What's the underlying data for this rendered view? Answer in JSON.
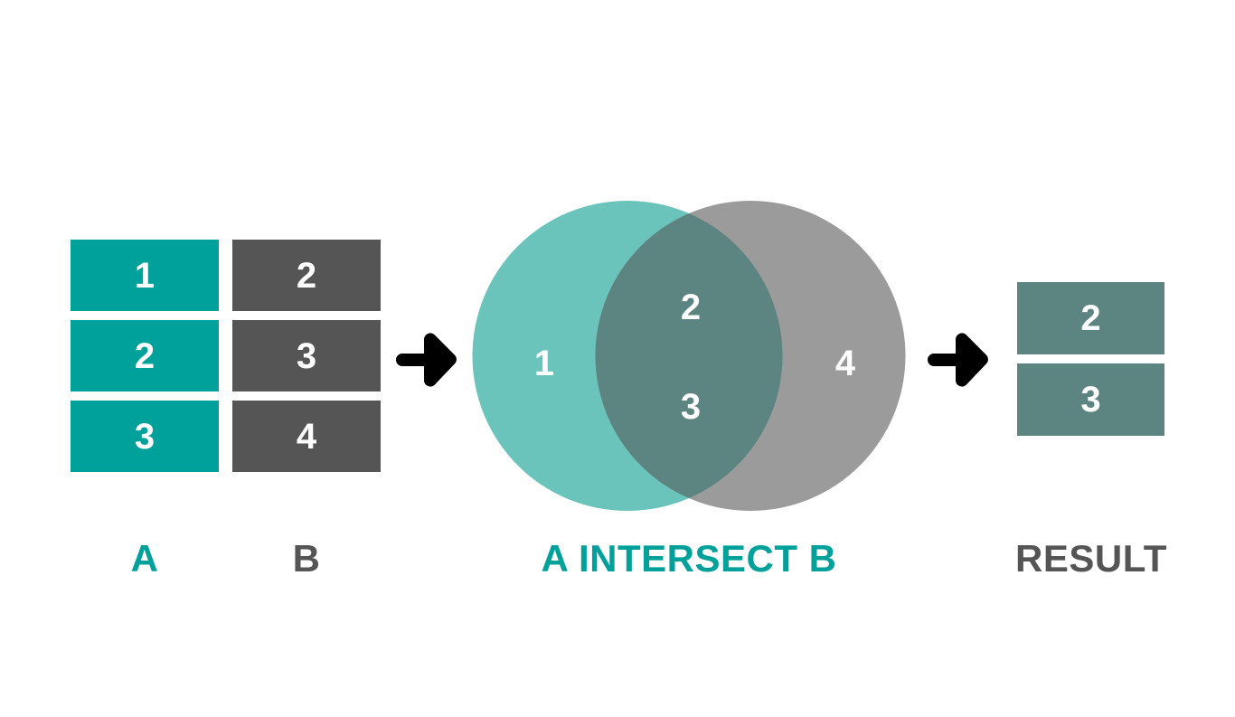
{
  "colors": {
    "set_a": "#00A19B",
    "set_b": "#555555",
    "venn_a": "#6BC4BC",
    "venn_b": "#9B9B9B",
    "intersection": "#5C8480",
    "arrow": "#000000",
    "background": "#FFFFFF",
    "text_on_fill": "#FFFFFF"
  },
  "sets": {
    "a": {
      "caption": "A",
      "caption_color": "#00A19B",
      "values": [
        "1",
        "2",
        "3"
      ]
    },
    "b": {
      "caption": "B",
      "caption_color": "#555555",
      "values": [
        "2",
        "3",
        "4"
      ]
    },
    "result": {
      "caption": "RESULT",
      "caption_color": "#555555",
      "values": [
        "2",
        "3"
      ]
    }
  },
  "venn": {
    "caption": "A INTERSECT B",
    "caption_color": "#00A19B",
    "only_a": "1",
    "intersection_top": "2",
    "intersection_bottom": "3",
    "only_b": "4"
  },
  "arrows": {
    "first": "arrow-right-icon",
    "second": "arrow-right-icon"
  },
  "chart_data": {
    "type": "diagram",
    "title": "A INTERSECT B",
    "subtype": "venn-2-set",
    "sets": [
      {
        "name": "A",
        "members": [
          "1",
          "2",
          "3"
        ],
        "color": "#00A19B"
      },
      {
        "name": "B",
        "members": [
          "2",
          "3",
          "4"
        ],
        "color": "#555555"
      }
    ],
    "regions": [
      {
        "name": "A only",
        "members": [
          "1"
        ],
        "color": "#6BC4BC"
      },
      {
        "name": "A and B",
        "members": [
          "2",
          "3"
        ],
        "color": "#5C8480"
      },
      {
        "name": "B only",
        "members": [
          "4"
        ],
        "color": "#9B9B9B"
      }
    ],
    "result": {
      "name": "RESULT",
      "members": [
        "2",
        "3"
      ],
      "color": "#5C8480"
    },
    "legend": [
      "A",
      "B",
      "A INTERSECT B",
      "RESULT"
    ]
  }
}
